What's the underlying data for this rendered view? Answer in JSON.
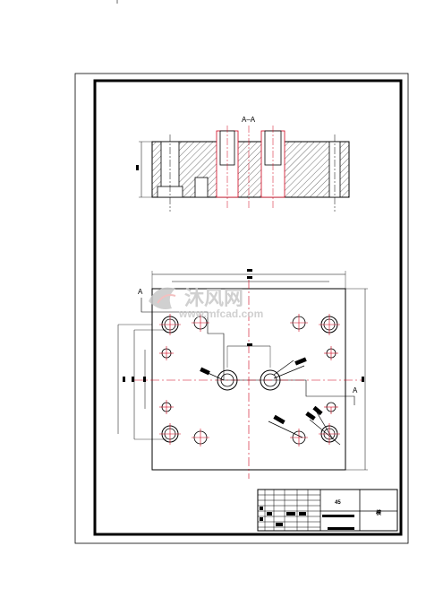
{
  "drawing": {
    "section_label": "A–A",
    "section_marker_left": "A",
    "section_marker_right": "A"
  },
  "watermark": {
    "brand_cn": "沐风网",
    "url": "www.mfcad.com"
  },
  "title_block": {
    "part_cell": "45",
    "code_cell": "模"
  },
  "colors": {
    "line": "#000000",
    "centerline": "#d0021b",
    "hatch": "#333333",
    "watermark": "#c8c8c8",
    "watermark_accent": "#f2b6b6"
  }
}
